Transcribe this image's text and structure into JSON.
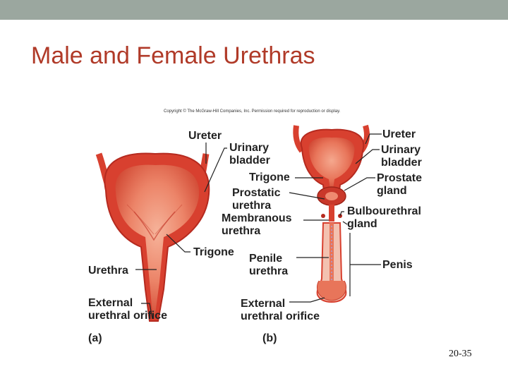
{
  "slide": {
    "title": "Male and Female Urethras",
    "copyright": "Copyright © The McGraw-Hill Companies, Inc. Permission required for reproduction or display.",
    "slide_number": "20-35"
  },
  "figure_a": {
    "panel_label": "(a)",
    "labels": {
      "ureter": "Ureter",
      "urinary_bladder_1": "Urinary",
      "urinary_bladder_2": "bladder",
      "trigone": "Trigone",
      "urethra": "Urethra",
      "external_orifice_1": "External",
      "external_orifice_2": "urethral orifice"
    }
  },
  "figure_b": {
    "panel_label": "(b)",
    "labels": {
      "trigone": "Trigone",
      "prostatic_urethra_1": "Prostatic",
      "prostatic_urethra_2": "urethra",
      "membranous_urethra_1": "Membranous",
      "membranous_urethra_2": "urethra",
      "penile_urethra_1": "Penile",
      "penile_urethra_2": "urethra",
      "external_orifice_1": "External",
      "external_orifice_2": "urethral orifice",
      "ureter": "Ureter",
      "urinary_bladder_1": "Urinary",
      "urinary_bladder_2": "bladder",
      "prostate_gland_1": "Prostate",
      "prostate_gland_2": "gland",
      "bulbourethral_gland_1": "Bulbourethral",
      "bulbourethral_gland_2": "gland",
      "penis": "Penis"
    }
  },
  "colors": {
    "topbar": "#9ba79f",
    "title": "#b03a28",
    "tissue_outer": "#d8402f",
    "tissue_inner": "#ef8a70",
    "tissue_dark": "#b52a1f"
  }
}
